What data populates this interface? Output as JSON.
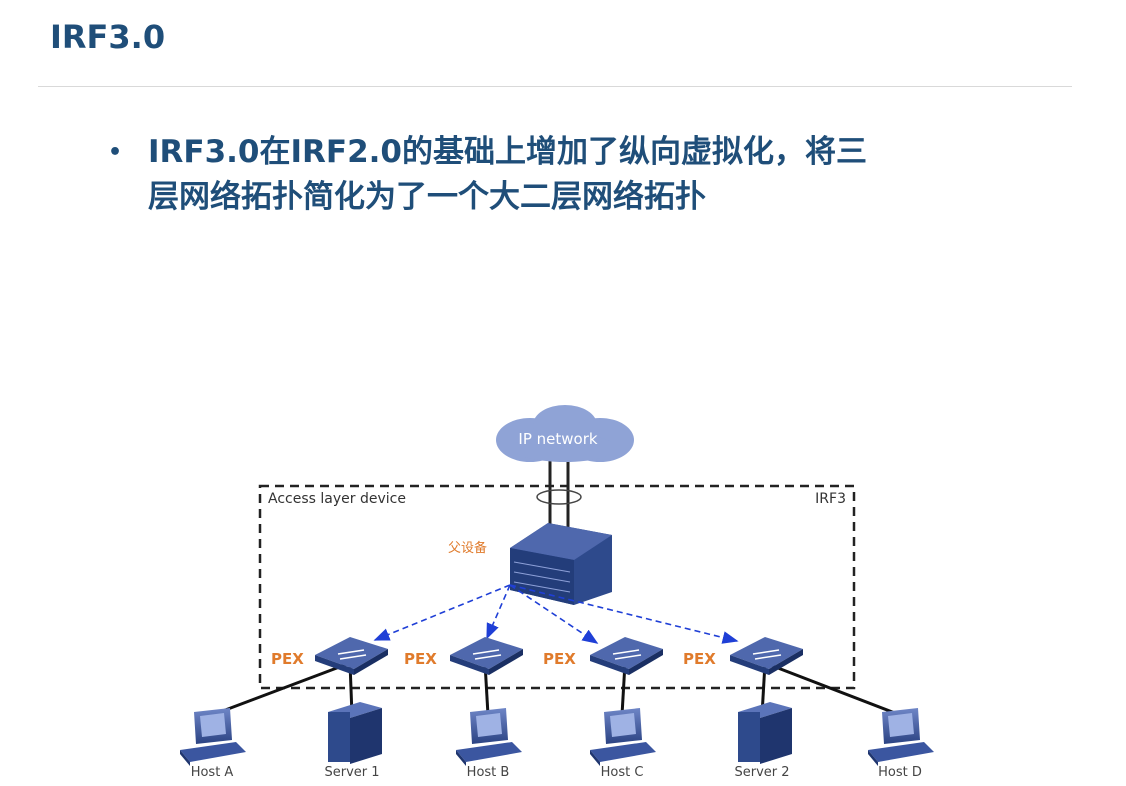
{
  "slide": {
    "title": "IRF3.0",
    "bullet_line1": "IRF3.0在IRF2.0的基础上增加了纵向虚拟化，将三",
    "bullet_line2": "层网络拓扑简化为了一个大二层网络拓扑",
    "bullet_icon": "bullet-dot"
  },
  "diagram": {
    "cloud_label": "IP network",
    "box_left_label": "Access layer device",
    "box_right_label": "IRF3",
    "parent_label": "父设备",
    "pex_label": "PEX",
    "hosts": [
      {
        "label": "Host A",
        "kind": "pc"
      },
      {
        "label": "Server 1",
        "kind": "server"
      },
      {
        "label": "Host B",
        "kind": "pc"
      },
      {
        "label": "Host C",
        "kind": "pc"
      },
      {
        "label": "Server 2",
        "kind": "server"
      },
      {
        "label": "Host D",
        "kind": "pc"
      }
    ],
    "colors": {
      "device_blue": "#2e4a8c",
      "cloud_blue": "#8fa3d6",
      "pex_orange": "#e07b2c",
      "arrow_blue": "#1f3fd6"
    }
  }
}
